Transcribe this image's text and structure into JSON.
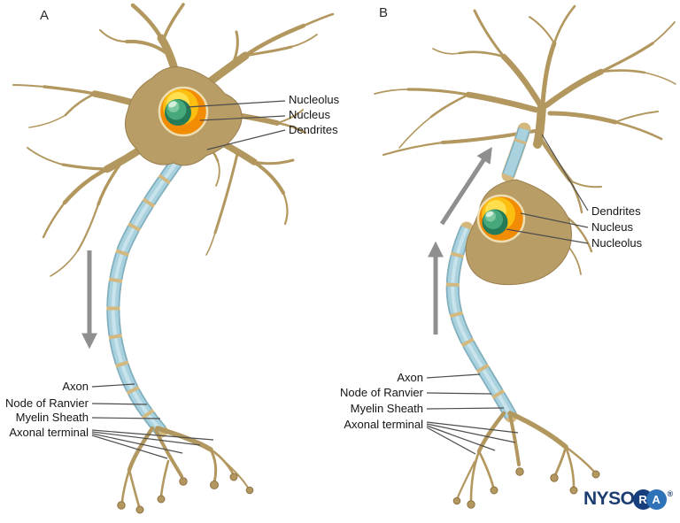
{
  "panels": {
    "a": {
      "letter": "A",
      "labels": {
        "nucleolus": "Nucleolus",
        "nucleus": "Nucleus",
        "dendrites": "Dendrites",
        "axon": "Axon",
        "node_of_ranvier": "Node of Ranvier",
        "myelin_sheath": "Myelin Sheath",
        "axonal_terminal": "Axonal terminal"
      }
    },
    "b": {
      "letter": "B",
      "labels": {
        "dendrites": "Dendrites",
        "nucleus": "Nucleus",
        "nucleolus": "Nucleolus",
        "axon": "Axon",
        "node_of_ranvier": "Node of Ranvier",
        "myelin_sheath": "Myelin Sheath",
        "axonal_terminal": "Axonal terminal"
      }
    }
  },
  "logo": {
    "prefix": "NYSO",
    "circle_r": "R",
    "circle_a": "A",
    "registered": "®"
  },
  "colors": {
    "soma_tan": "#b2975f",
    "node_tan": "#d4b87e",
    "myelin_blue": "#a9d2de",
    "myelin_edge": "#7fb0c2",
    "nucleus_orange": "#f18c04",
    "nucleus_yellow": "#ffdf4e",
    "nucleolus_green": "#2e8a63",
    "arrow_gray": "#8f8f8f",
    "leader_line": "#4d4d4d",
    "label_text": "#151515",
    "logo_navy": "#1b3d70",
    "logo_blue": "#2e72b8"
  }
}
